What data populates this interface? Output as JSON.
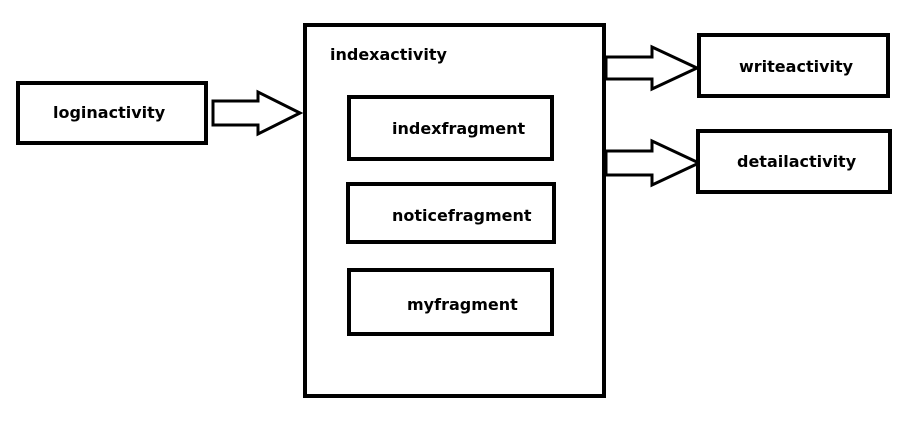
{
  "nodes": {
    "login": "loginactivity",
    "index": "indexactivity",
    "index_fragment": "indexfragment",
    "notice_fragment": "noticefragment",
    "my_fragment": "myfragment",
    "write": "writeactivity",
    "detail": "detailactivity"
  },
  "edges": [
    {
      "from": "loginactivity",
      "to": "indexactivity"
    },
    {
      "from": "indexactivity",
      "to": "writeactivity"
    },
    {
      "from": "indexactivity",
      "to": "detailactivity"
    }
  ],
  "colors": {
    "stroke": "#000000",
    "fill": "#ffffff"
  }
}
